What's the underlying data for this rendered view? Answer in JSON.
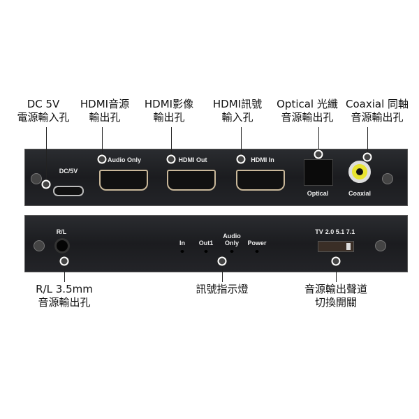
{
  "callouts_top": [
    {
      "line1": "DC 5V",
      "line2": "電源輸入孔"
    },
    {
      "line1": "HDMI音源",
      "line2": "輸出孔"
    },
    {
      "line1": "HDMI影像",
      "line2": "輸出孔"
    },
    {
      "line1": "HDMI訊號",
      "line2": "輸入孔"
    },
    {
      "line1": "Optical 光纖",
      "line2": "音源輸出孔"
    },
    {
      "line1": "Coaxial 同軸",
      "line2": "音源輸出孔"
    }
  ],
  "callouts_bottom": [
    {
      "line1": "R/L 3.5mm",
      "line2": "音源輸出孔"
    },
    {
      "line1": "訊號指示燈",
      "line2": ""
    },
    {
      "line1": "音源輸出聲道",
      "line2": "切換開關"
    }
  ],
  "top_panel": {
    "dc": "DC/5V",
    "audio_only": "Audio Only",
    "hdmi_out": "HDMI Out",
    "hdmi_in": "HDMI In",
    "optical": "Optical",
    "coaxial": "Coaxial"
  },
  "bottom_panel": {
    "rl": "R/L",
    "leds": [
      "In",
      "Out1",
      "Audio\nOnly",
      "Power"
    ],
    "switch_positions": [
      "TV",
      "2.0",
      "5.1",
      "7.1"
    ]
  }
}
